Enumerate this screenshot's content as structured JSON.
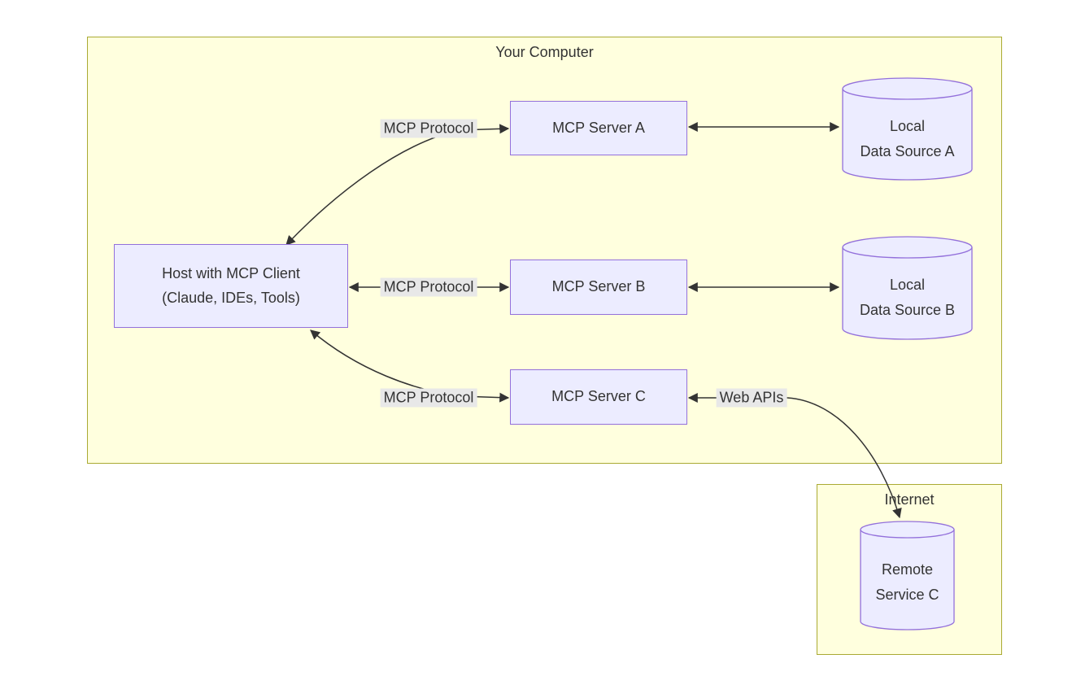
{
  "clusters": {
    "your_computer": {
      "label": "Your Computer"
    },
    "internet": {
      "label": "Internet"
    }
  },
  "nodes": {
    "host": {
      "label": "Host with MCP Client\n(Claude, IDEs, Tools)"
    },
    "server_a": {
      "label": "MCP Server A"
    },
    "server_b": {
      "label": "MCP Server B"
    },
    "server_c": {
      "label": "MCP Server C"
    },
    "data_source_a": {
      "label": "Local\nData Source A"
    },
    "data_source_b": {
      "label": "Local\nData Source B"
    },
    "remote_service_c": {
      "label": "Remote\nService C"
    }
  },
  "edge_labels": {
    "host_server_a": "MCP Protocol",
    "host_server_b": "MCP Protocol",
    "host_server_c": "MCP Protocol",
    "server_c_remote": "Web APIs"
  },
  "colors": {
    "node_fill": "#ececff",
    "node_border": "#9370db",
    "cluster_fill": "#ffffde",
    "cluster_border": "#aaaa33",
    "edge": "#333333",
    "edge_label_bg": "#e8e8e8",
    "text": "#333333"
  }
}
